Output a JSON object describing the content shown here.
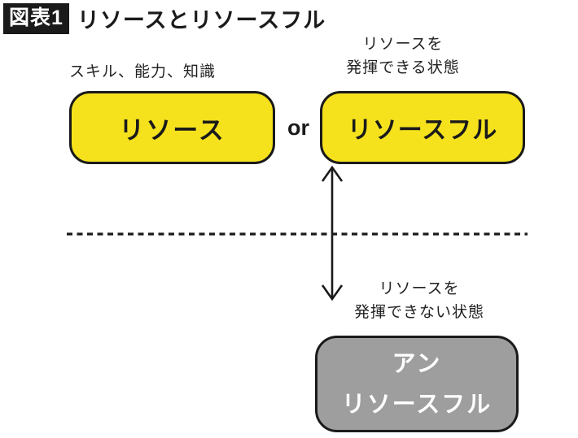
{
  "header": {
    "badge_label": "図表1",
    "title": "リソースとリソースフル"
  },
  "labels": {
    "skills": "スキル、能力、知識",
    "resourceful_state_line1": "リソースを",
    "resourceful_state_line2": "発揮できる状態",
    "or": "or",
    "unresourceful_state_line1": "リソースを",
    "unresourceful_state_line2": "発揮できない状態"
  },
  "boxes": {
    "resource": {
      "label": "リソース"
    },
    "resourceful": {
      "label": "リソースフル"
    },
    "unresourceful": {
      "label_line1": "アン",
      "label_line2": "リソースフル"
    }
  },
  "icons": {
    "double_arrow": "double-headed-vertical-arrow",
    "divider": "horizontal-dashed-line"
  },
  "colors": {
    "yellow": "#f5e21d",
    "gray": "#9e9e9e",
    "ink": "#1a1a1a",
    "background": "#ffffff"
  }
}
